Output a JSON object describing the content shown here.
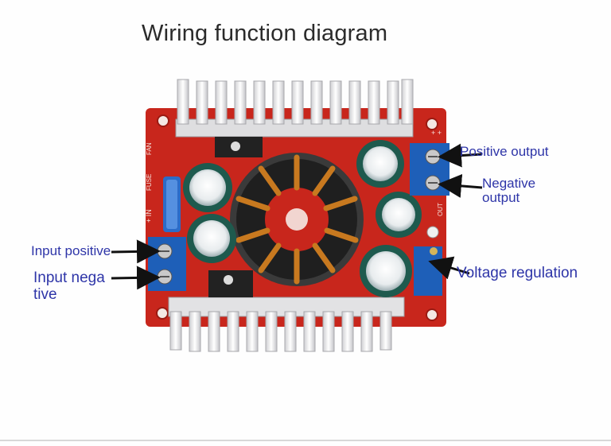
{
  "title": "Wiring function diagram",
  "labels": {
    "positive_output": "Positive output",
    "negative_output_line1": "Negative",
    "negative_output_line2": "output",
    "voltage_regulation": "Voltage regulation",
    "input_positive": "Input positive",
    "input_negative_line1": "Input nega",
    "input_negative_line2": "tive"
  },
  "silkscreen": {
    "in_plus": "+ IN",
    "out_plus": "+ +",
    "out_label": "OUT",
    "fan": "FAN",
    "fuse": "FUSE"
  },
  "colors": {
    "pcb": "#c8261c",
    "terminal": "#1e5fb8",
    "heatsink": "#e4e4e6",
    "label_text": "#2e35a8",
    "arrow": "#111111"
  }
}
